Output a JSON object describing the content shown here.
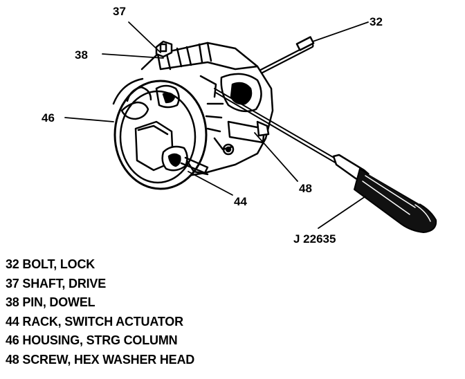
{
  "callouts": {
    "c37": "37",
    "c32": "32",
    "c38": "38",
    "c46": "46",
    "c48": "48",
    "c44": "44",
    "tool": "J 22635"
  },
  "legend": [
    "32 BOLT, LOCK",
    "37 SHAFT, DRIVE",
    "38 PIN, DOWEL",
    "44 RACK, SWITCH ACTUATOR",
    "46 HOUSING, STRG COLUMN",
    "48 SCREW, HEX WASHER HEAD"
  ]
}
